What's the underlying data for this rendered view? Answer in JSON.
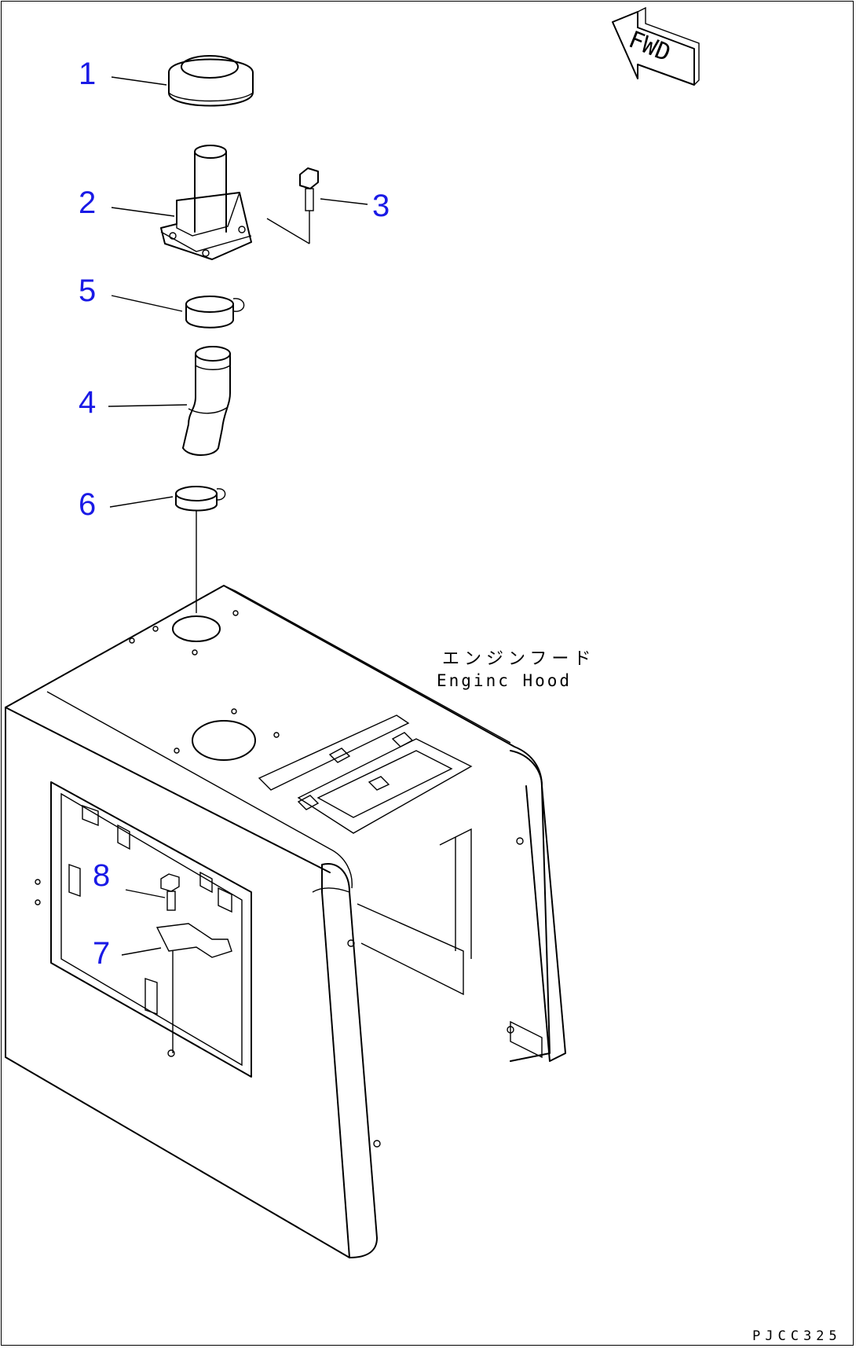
{
  "callouts": [
    {
      "id": "1",
      "text": "1"
    },
    {
      "id": "2",
      "text": "2"
    },
    {
      "id": "3",
      "text": "3"
    },
    {
      "id": "4",
      "text": "4"
    },
    {
      "id": "5",
      "text": "5"
    },
    {
      "id": "6",
      "text": "6"
    },
    {
      "id": "7",
      "text": "7"
    },
    {
      "id": "8",
      "text": "8"
    }
  ],
  "fwd_label": "FWD",
  "part_name_jp": "エンジンフード",
  "part_name_en": "Enginc Hood",
  "drawing_code": "PJCC325",
  "colors": {
    "callout": "#1a1ae6",
    "line": "#000000",
    "background": "#ffffff"
  }
}
